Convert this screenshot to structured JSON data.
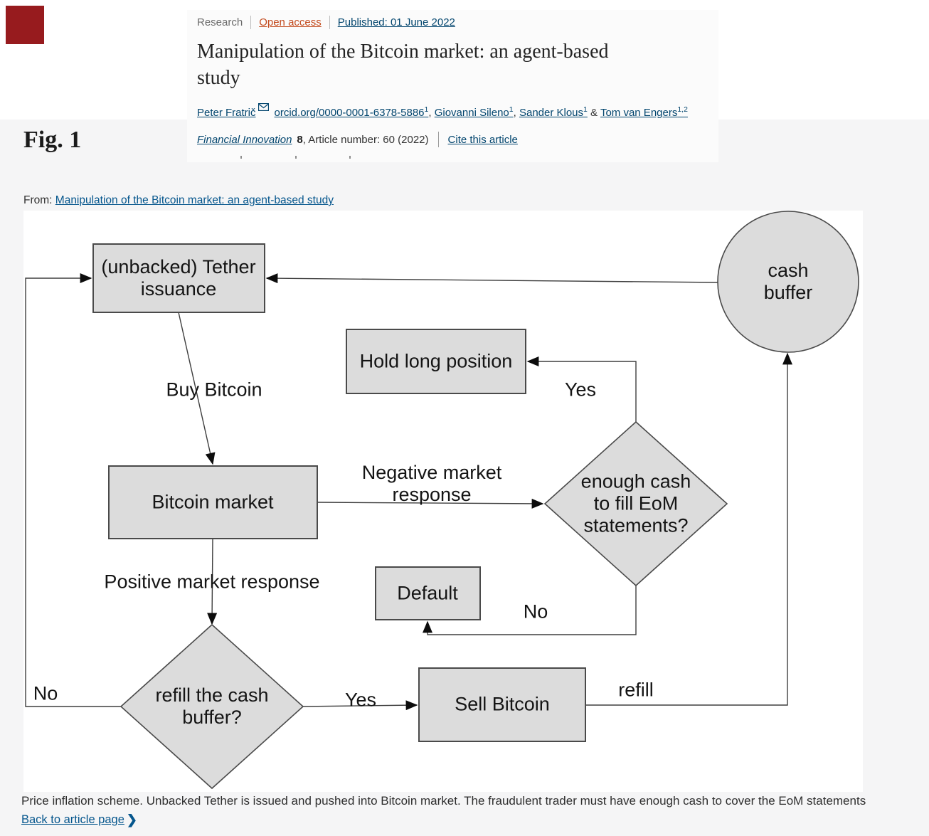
{
  "header": {
    "type_label": "Research",
    "access_label": "Open access",
    "published_label": "Published: 01 June 2022",
    "title_lines": [
      "Manipulation of the Bitcoin market: an agent-based",
      "study"
    ],
    "authors": [
      {
        "name": "Peter Fratrič",
        "sup": "",
        "after": ""
      },
      {
        "name": "orcid.org/0000-0001-6378-5886",
        "sup": "1",
        "after": ", "
      },
      {
        "name": "Giovanni Sileno",
        "sup": "1",
        "after": ", "
      },
      {
        "name": "Sander Klous",
        "sup": "1",
        "after": " & "
      },
      {
        "name": "Tom van Engers",
        "sup": "1,2",
        "after": ""
      }
    ],
    "journal": {
      "name": "Financial Innovation",
      "volume": "8",
      "rest": ", Article number: 60 (2022)",
      "cite_link": "Cite this article"
    }
  },
  "figure": {
    "fig_label": "Fig. 1",
    "from_prefix": "From: ",
    "from_link": "Manipulation of the Bitcoin market: an agent-based study",
    "caption": "Price inflation scheme. Unbacked Tether is issued and pushed into Bitcoin market. The fraudulent trader must have enough cash to cover the EoM statements",
    "back_link": "Back to article page",
    "back_chevron": "❯"
  },
  "diagram": {
    "nodes": {
      "tether": {
        "shape": "rect",
        "label": "(unbacked) Tether issuance"
      },
      "hold": {
        "shape": "rect",
        "label": "Hold long position"
      },
      "bitcoin": {
        "shape": "rect",
        "label": "Bitcoin market"
      },
      "default": {
        "shape": "rect",
        "label": "Default"
      },
      "sell": {
        "shape": "rect",
        "label": "Sell Bitcoin"
      },
      "eom": {
        "shape": "diamond",
        "label": "enough cash to fill EoM statements?"
      },
      "refill": {
        "shape": "diamond",
        "label": "refill the cash buffer?"
      },
      "cash": {
        "shape": "circle",
        "label": "cash buffer"
      }
    },
    "edge_labels": {
      "buy": "Buy Bitcoin",
      "negative": "Negative market response",
      "positive": "Positive market response",
      "yes_upper": "Yes",
      "yes_lower": "Yes",
      "no_left": "No",
      "no_right": "No",
      "refill": "refill"
    }
  },
  "colors": {
    "header_link_navy": "#02456e",
    "body_link_blue": "#05568d",
    "open_access_orange": "#c34a1d",
    "node_fill": "#dcdcdc",
    "node_border": "#4a4a4a",
    "corner_marker_red": "#971b1e",
    "page_gray": "#f5f5f6"
  }
}
